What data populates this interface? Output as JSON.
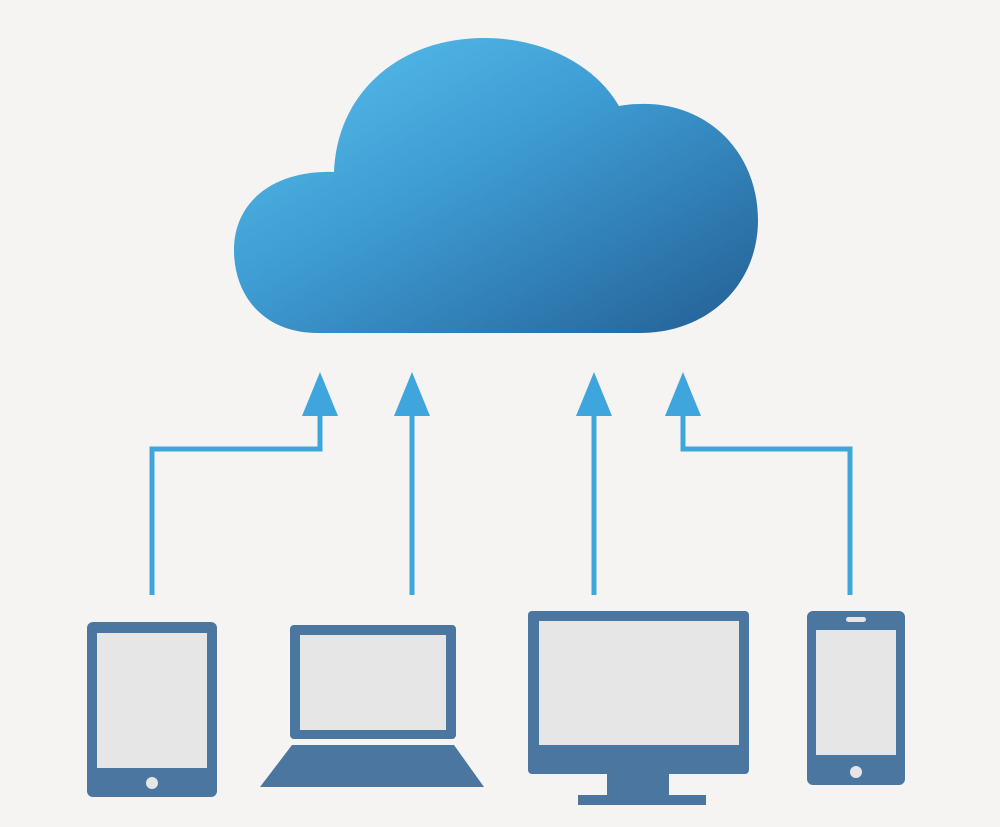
{
  "colors": {
    "background": "#f5f4f2",
    "cloud_light": "#5bc2ef",
    "cloud_mid": "#3d9bd2",
    "cloud_dark": "#235f94",
    "connector": "#3fa6dd",
    "device_frame": "#4a76a0",
    "device_screen": "#e6e6e6"
  },
  "diagram": {
    "cloud": {
      "icon": "cloud-icon"
    },
    "devices": [
      {
        "icon": "tablet-icon"
      },
      {
        "icon": "laptop-icon"
      },
      {
        "icon": "desktop-monitor-icon"
      },
      {
        "icon": "smartphone-icon"
      }
    ],
    "connectors": [
      {
        "from": "tablet",
        "to": "cloud",
        "direction": "up"
      },
      {
        "from": "laptop",
        "to": "cloud",
        "direction": "up"
      },
      {
        "from": "desktop-monitor",
        "to": "cloud",
        "direction": "up"
      },
      {
        "from": "smartphone",
        "to": "cloud",
        "direction": "up"
      }
    ]
  }
}
